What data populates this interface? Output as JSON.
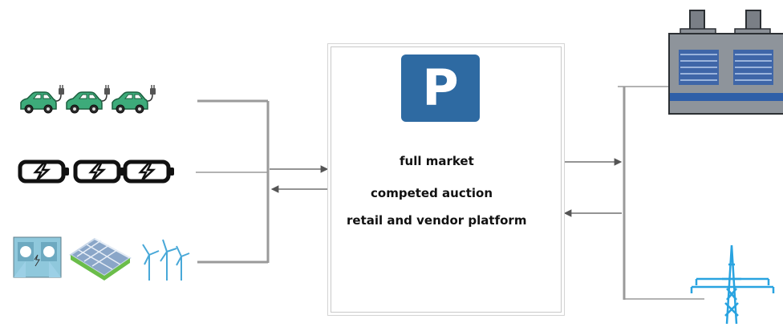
{
  "platform": {
    "logo_letter": "P",
    "lines": [
      "full market",
      "competed auction",
      "retail and vendor platform"
    ]
  },
  "icons": {
    "left": [
      "electric-car-icon",
      "battery-charging-icon",
      "hydro-solar-wind-icon"
    ],
    "right": [
      "power-plant-icon",
      "transmission-tower-icon"
    ]
  },
  "colors": {
    "car": "#3dab7a",
    "logo": "#2e6aa2",
    "tower": "#29a3e0",
    "connector": "#9a9a9a",
    "arrow": "#555555"
  }
}
